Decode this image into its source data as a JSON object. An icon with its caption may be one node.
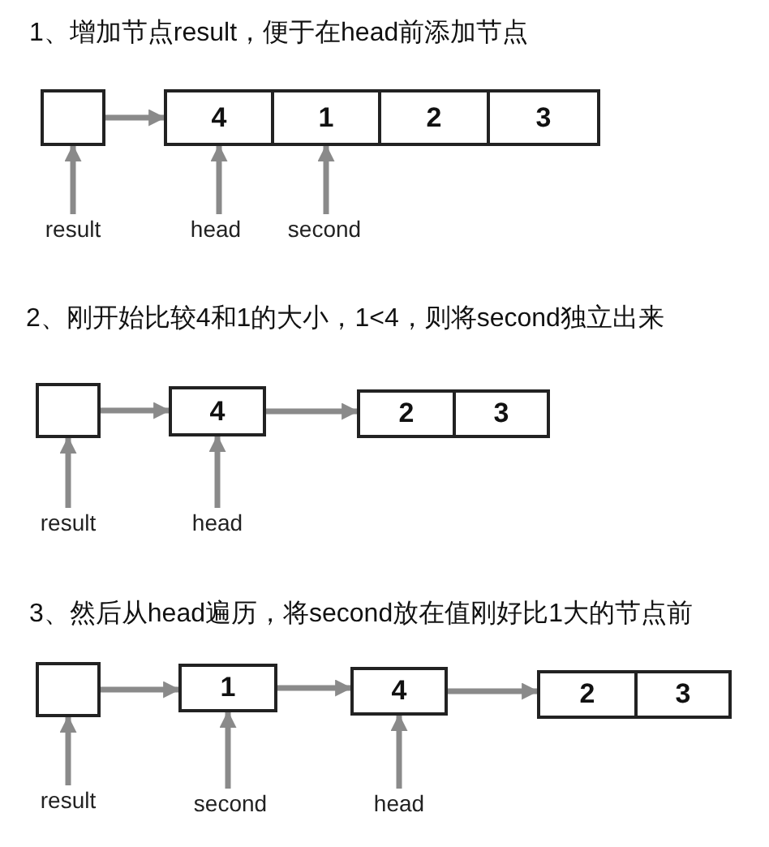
{
  "diagram": {
    "nodes": [
      {
        "text": [],
        "shape": "box"
      },
      {
        "text": [
          "4"
        ]
      },
      {
        "text": [
          "1"
        ]
      },
      {
        "text": [
          "2"
        ]
      },
      {
        "text": [
          "3"
        ]
      },
      {
        "text": [
          "result"
        ]
      },
      {
        "text": [
          "head"
        ]
      },
      {
        "text": [
          "second"
        ]
      },
      {
        "text": [],
        "shape": "box"
      },
      {
        "text": [
          "4"
        ]
      },
      {
        "text": [
          "2"
        ]
      },
      {
        "text": [
          "3"
        ]
      },
      {
        "text": [
          "result"
        ]
      },
      {
        "text": [
          "head"
        ]
      },
      {
        "text": [],
        "shape": "box"
      },
      {
        "text": [
          "1"
        ]
      },
      {
        "text": [
          "4"
        ]
      },
      {
        "text": [
          "2"
        ]
      },
      {
        "text": [
          "3"
        ]
      },
      {
        "text": [
          "result"
        ]
      },
      {
        "text": [
          "second"
        ]
      },
      {
        "text": [
          "head"
        ]
      }
    ],
    "edges": [
      {
        "from": 0,
        "to": 1,
        "arrow": "to"
      },
      {
        "from": 5,
        "to": 0,
        "arrow": "to"
      },
      {
        "from": 6,
        "to": 1,
        "arrow": "to"
      },
      {
        "from": 7,
        "to": 2,
        "arrow": "to"
      },
      {
        "from": 8,
        "to": 9,
        "arrow": "to"
      },
      {
        "from": 9,
        "to": 10,
        "arrow": "to"
      },
      {
        "from": 12,
        "to": 8,
        "arrow": "to"
      },
      {
        "from": 13,
        "to": 9,
        "arrow": "to"
      },
      {
        "from": 14,
        "to": 15,
        "arrow": "to"
      },
      {
        "from": 15,
        "to": 16,
        "arrow": "to"
      },
      {
        "from": 16,
        "to": 17,
        "arrow": "to"
      },
      {
        "from": 19,
        "to": 14,
        "arrow": "to"
      },
      {
        "from": 20,
        "to": 15,
        "arrow": "to"
      },
      {
        "from": 21,
        "to": 16,
        "arrow": "to"
      }
    ],
    "labels": [
      "1、增加节点result，便于在head前添加节点",
      "2、刚开始比较4和1的大小，1<4，则将second独立出来",
      "3、然后从head遍历，将second放在值刚好比1大的节点前"
    ]
  }
}
